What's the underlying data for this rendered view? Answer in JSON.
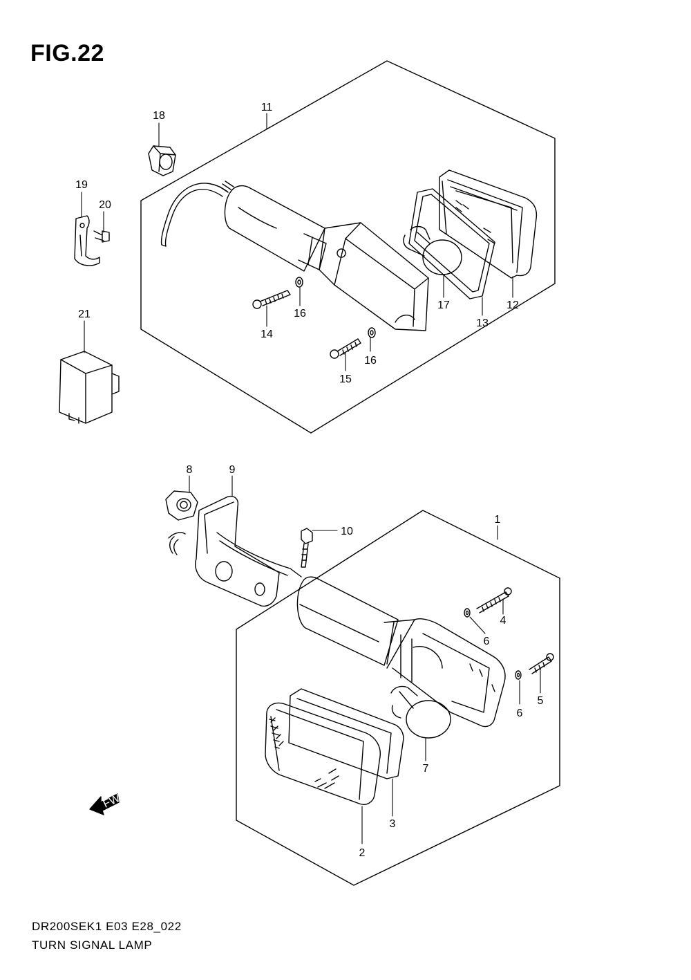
{
  "figure": {
    "title": "FIG.22",
    "code": "DR200SEK1 E03 E28_022",
    "name": "TURN SIGNAL LAMP"
  },
  "arrow_label": "FWD",
  "callouts": [
    "1",
    "2",
    "3",
    "4",
    "5",
    "6",
    "6",
    "7",
    "8",
    "9",
    "10",
    "11",
    "12",
    "13",
    "14",
    "15",
    "16",
    "16",
    "17",
    "18",
    "19",
    "20",
    "21"
  ]
}
